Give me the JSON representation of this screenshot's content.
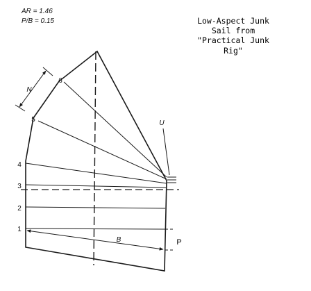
{
  "parameters": {
    "aspect_ratio": "AR = 1.46",
    "pb_ratio": "P/B = 0.15"
  },
  "caption": {
    "line1": "Low-Aspect Junk",
    "line2": "Sail from",
    "line3": "\"Practical Junk",
    "line4": "Rig\""
  },
  "labels": {
    "batten_1": "1",
    "batten_2": "2",
    "batten_3": "3",
    "batten_4": "4",
    "batten_5": "5",
    "batten_6": "6",
    "n": "N",
    "u": "U",
    "b": "B",
    "p": "P"
  }
}
